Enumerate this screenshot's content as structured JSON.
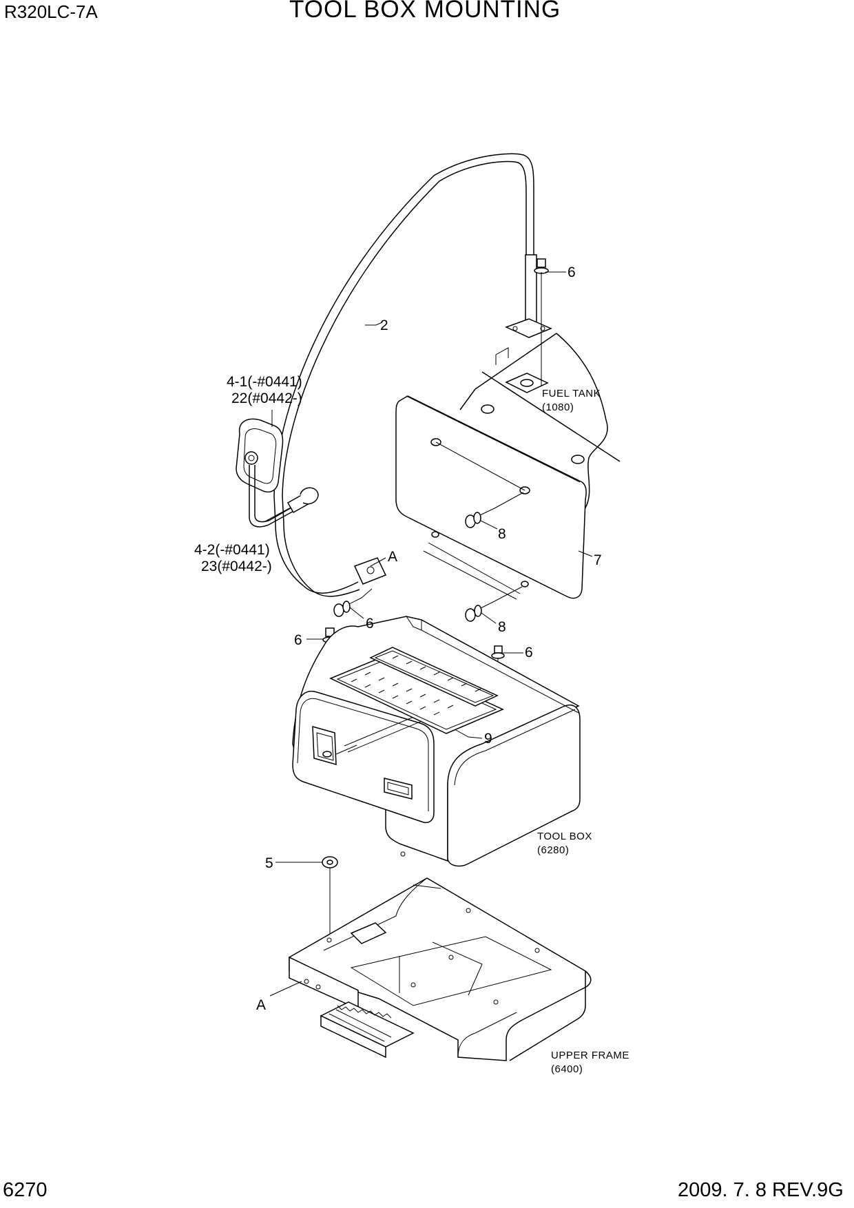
{
  "header": {
    "model": "R320LC-7A",
    "title": "TOOL BOX MOUNTING"
  },
  "footer": {
    "page_number": "6270",
    "revision": "2009. 7. 8  REV.9G"
  },
  "callouts": {
    "c2": "2",
    "c6_top": "6",
    "c4_1_a": "4-1(-#0441)",
    "c4_1_b": "22(#0442-)",
    "c4_2_a": "4-2(-#0441)",
    "c4_2_b": "23(#0442-)",
    "cA_top": "A",
    "c8_upper": "8",
    "c7": "7",
    "c6_mid": "6",
    "c8_lower": "8",
    "c6_left": "6",
    "c6_right": "6",
    "c9": "9",
    "c5": "5",
    "cA_bottom": "A"
  },
  "reference_notes": {
    "fuel_tank": "FUEL TANK",
    "fuel_tank_code": "(1080)",
    "tool_box": "TOOL BOX",
    "tool_box_code": "(6280)",
    "upper_frame": "UPPER FRAME",
    "upper_frame_code": "(6400)"
  },
  "icons": [
    "mirror-icon",
    "bolt-icon",
    "washer-icon",
    "step-icon"
  ]
}
